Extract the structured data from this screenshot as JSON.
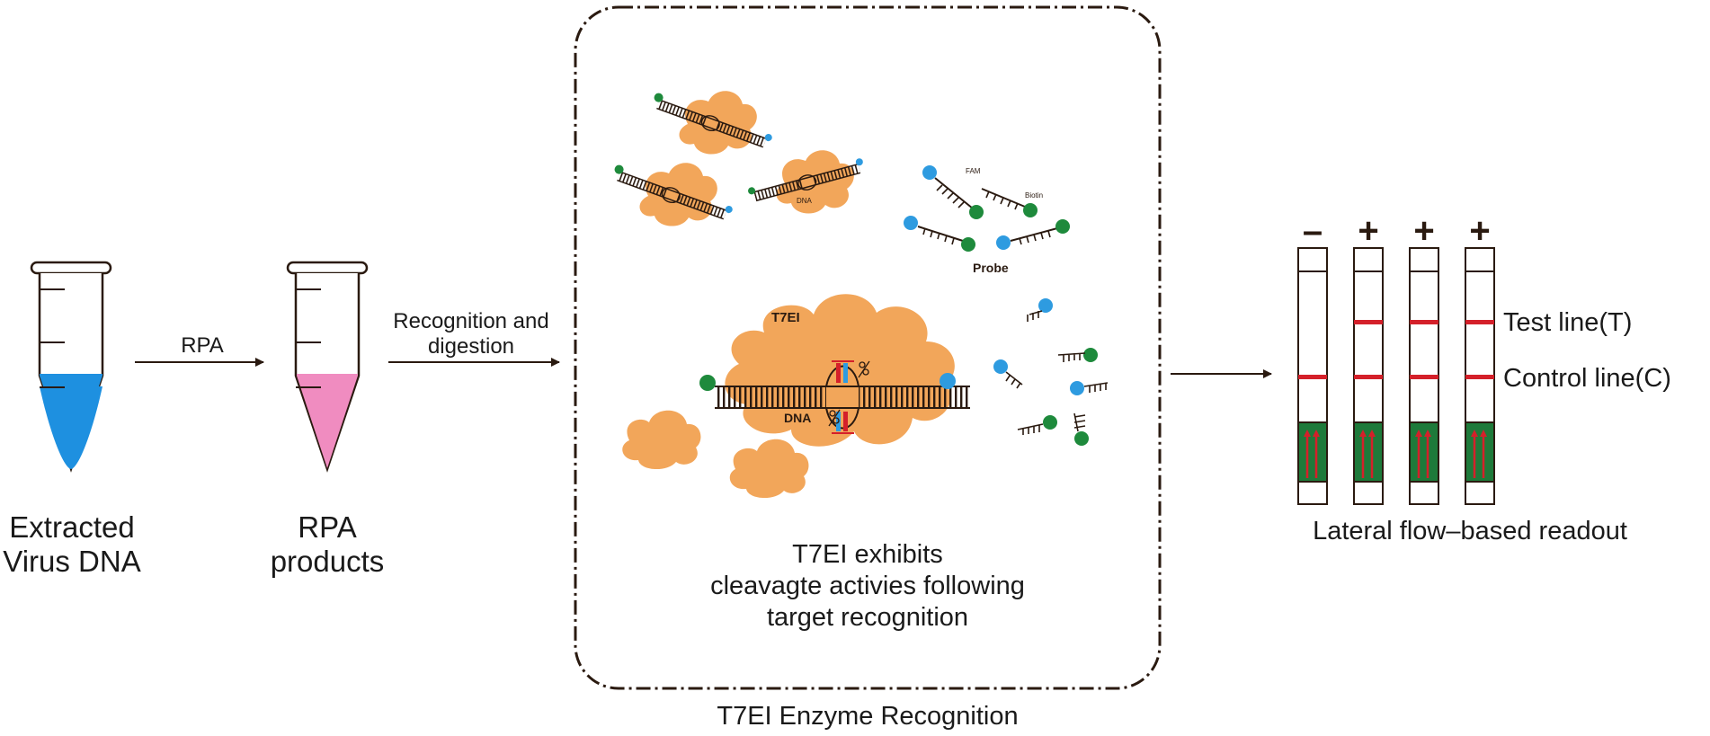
{
  "colors": {
    "orange": "#F2A65A",
    "blue_liquid": "#1E90E0",
    "pink_liquid": "#F08CC0",
    "red_line": "#D4202A",
    "green_pad": "#1E7A3A",
    "probe_blue": "#2E9BE0",
    "probe_green": "#1E8A3C",
    "dark": "#2A1A10"
  },
  "tubes": [
    {
      "lines": [
        "Extracted",
        "Virus DNA"
      ],
      "liquid": "blue"
    },
    {
      "lines": [
        "RPA",
        "products"
      ],
      "liquid": "pink"
    }
  ],
  "arrows": {
    "rpa_label": "RPA",
    "recognition_lines": [
      "Recognition and",
      "digestion"
    ]
  },
  "center_box": {
    "title": "T7EI Enzyme Recognition",
    "description_lines": [
      "T7EI exhibits",
      "cleavagte activies following",
      "target recognition"
    ],
    "enzyme_label": "T7EI",
    "dna_label": "DNA",
    "small_dna_label": "DNA",
    "probe_label": "Probe",
    "fam_label": "FAM",
    "biotin_label": "Biotin"
  },
  "lateral_flow": {
    "signs": [
      "–",
      "+",
      "+",
      "+"
    ],
    "test_line_label": "Test line(T)",
    "control_line_label": "Control line(C)",
    "readout_label": "Lateral flow–based readout",
    "strips": [
      {
        "sign": "–",
        "test_line": false,
        "control_line": true
      },
      {
        "sign": "+",
        "test_line": true,
        "control_line": true
      },
      {
        "sign": "+",
        "test_line": true,
        "control_line": true
      },
      {
        "sign": "+",
        "test_line": true,
        "control_line": true
      }
    ]
  }
}
